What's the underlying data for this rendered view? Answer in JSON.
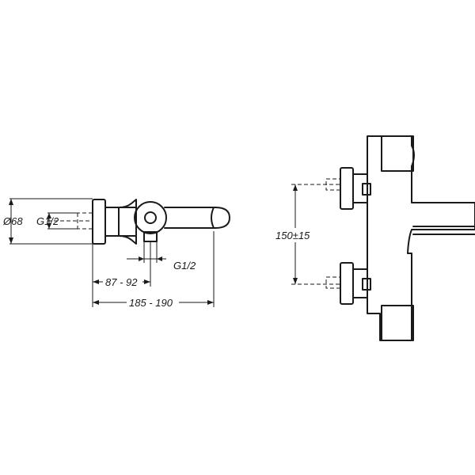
{
  "dimensions": {
    "diameter": "Ø68",
    "inlet_thread": "G1/2",
    "outlet_thread": "G1/2",
    "depth_inlet": "87 - 92",
    "depth_total": "185 - 190",
    "inlet_spacing": "150±15"
  },
  "colors": {
    "ink": "#1a1a1a",
    "background": "#ffffff"
  }
}
